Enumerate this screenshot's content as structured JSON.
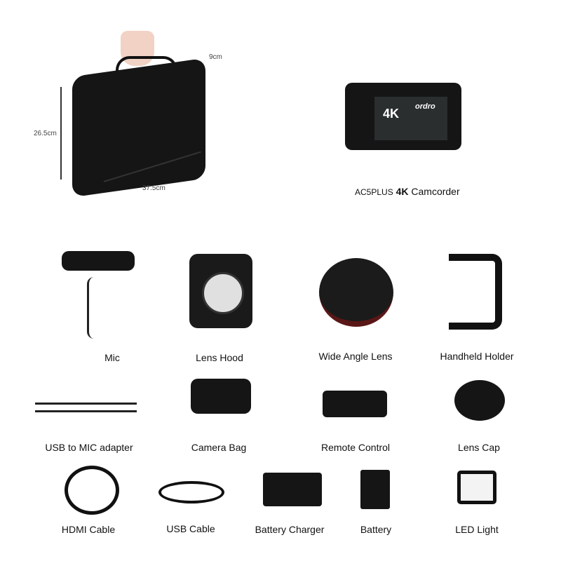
{
  "case": {
    "height": "26.5cm",
    "width": "37.5cm",
    "depth": "9cm"
  },
  "camcorder": {
    "model": "AC5PLUS",
    "res": "4K",
    "name": "Camcorder",
    "brand": "ordro",
    "screen_text": "4K"
  },
  "items": [
    {
      "label": "Mic"
    },
    {
      "label": "Lens Hood"
    },
    {
      "label": "Wide Angle Lens"
    },
    {
      "label": "Handheld Holder"
    },
    {
      "label": "USB to MIC adapter"
    },
    {
      "label": "Camera Bag"
    },
    {
      "label": "Remote Control"
    },
    {
      "label": "Lens Cap"
    },
    {
      "label": "HDMI Cable"
    },
    {
      "label": "USB Cable"
    },
    {
      "label": "Battery Charger"
    },
    {
      "label": "Battery"
    },
    {
      "label": "LED Light"
    }
  ]
}
